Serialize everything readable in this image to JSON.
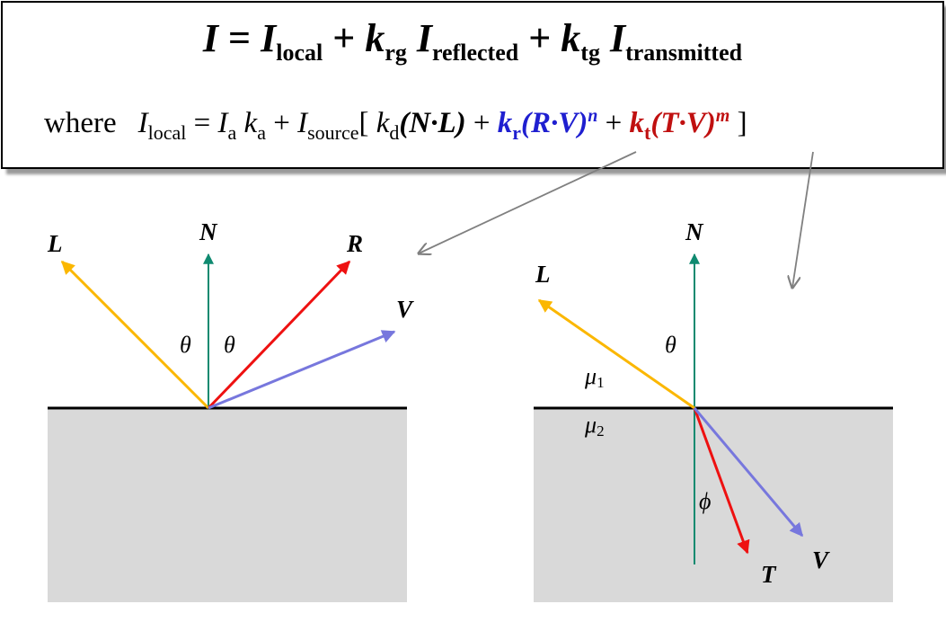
{
  "equation": {
    "main": {
      "I": "I",
      "eq": " = ",
      "I_local": "I",
      "sub_local": "local",
      "plus1": " + ",
      "k_rg": "k",
      "sub_rg": "rg",
      "I_refl": " I",
      "sub_refl": "reflected",
      "plus2": " + ",
      "k_tg": "k",
      "sub_tg": "tg",
      "I_trans": " I",
      "sub_trans": "transmitted"
    },
    "where": {
      "word": "where",
      "I": "I",
      "sub_local": "local",
      "eq": " = ",
      "Ia": "I",
      "sub_a1": "a",
      "ka": " k",
      "sub_a2": "a",
      "plus": " + ",
      "Is": "I",
      "sub_source": "source",
      "open": "[ ",
      "kd": "k",
      "sub_d": "d",
      "diffuse_dot": "(N·L)",
      "plus2": " + ",
      "kr": "k",
      "sub_r": "r",
      "spec_dot": "(R·V)",
      "exp_n": "n",
      "plus3": " + ",
      "kt": "k",
      "sub_t": "t",
      "trans_dot": "(T·V)",
      "exp_m": "m",
      "close": " ]"
    }
  },
  "reflection_diagram": {
    "labels": {
      "L": "L",
      "N": "N",
      "R": "R",
      "V": "V",
      "theta_left": "θ",
      "theta_right": "θ"
    }
  },
  "refraction_diagram": {
    "labels": {
      "L": "L",
      "N": "N",
      "T": "T",
      "V": "V",
      "theta": "θ",
      "phi": "ϕ",
      "mu1": "μ",
      "mu1_sub": "1",
      "mu2": "μ",
      "mu2_sub": "2"
    }
  },
  "colors": {
    "L": "#fbb700",
    "N": "#0f8a70",
    "R": "#ee1111",
    "V": "#7777dd",
    "T": "#ee1111",
    "pointer": "#808080",
    "surface": "#d9d9d9",
    "blue_text": "#1f1fd0",
    "red_text": "#c01010"
  }
}
